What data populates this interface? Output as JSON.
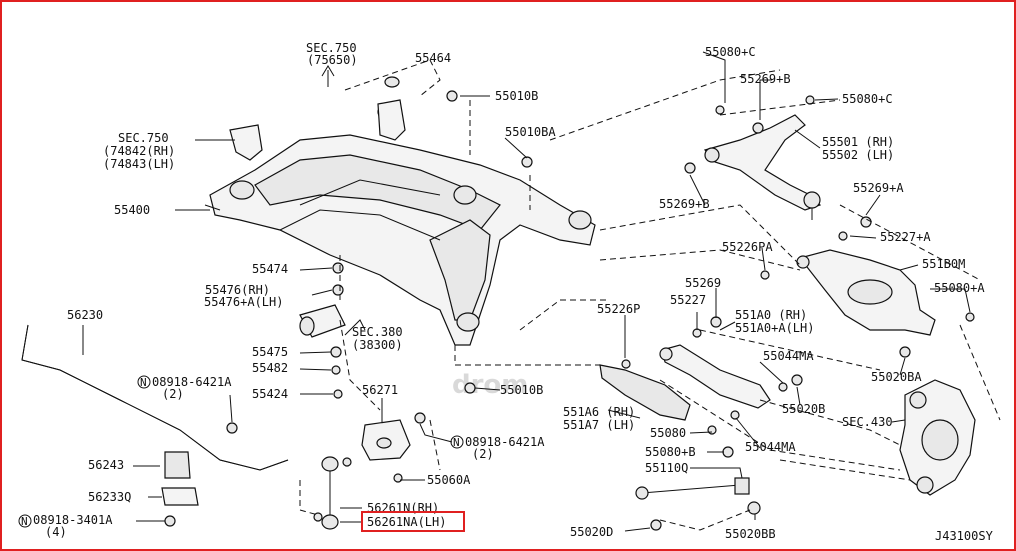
{
  "diagram": {
    "code": "J43100SY",
    "watermark": "drom",
    "highlight_color": "#e02020",
    "labels": [
      {
        "id": "sec750a",
        "text": "SEC.750"
      },
      {
        "id": "sec750a2",
        "text": "(75650)"
      },
      {
        "id": "p55464",
        "text": "55464"
      },
      {
        "id": "p55010b_1",
        "text": "55010B"
      },
      {
        "id": "p55010ba",
        "text": "55010BA"
      },
      {
        "id": "sec750b",
        "text": "SEC.750"
      },
      {
        "id": "sec750b2",
        "text": "(74842(RH)"
      },
      {
        "id": "sec750b3",
        "text": "(74843(LH)"
      },
      {
        "id": "p55400",
        "text": "55400"
      },
      {
        "id": "p55080c_1",
        "text": "55080+C"
      },
      {
        "id": "p55269b_1",
        "text": "55269+B"
      },
      {
        "id": "p55080c_2",
        "text": "55080+C"
      },
      {
        "id": "p55501",
        "text": "55501 (RH)"
      },
      {
        "id": "p55502",
        "text": "55502 (LH)"
      },
      {
        "id": "p55269b_2",
        "text": "55269+B"
      },
      {
        "id": "p55269a",
        "text": "55269+A"
      },
      {
        "id": "p55227a",
        "text": "55227+A"
      },
      {
        "id": "p55226pa",
        "text": "55226PA"
      },
      {
        "id": "p551b0m",
        "text": "551B0M"
      },
      {
        "id": "p55269",
        "text": "55269"
      },
      {
        "id": "p55080a",
        "text": "55080+A"
      },
      {
        "id": "p55474",
        "text": "55474"
      },
      {
        "id": "p55476rh",
        "text": "55476(RH)"
      },
      {
        "id": "p55476lh",
        "text": "55476+A(LH)"
      },
      {
        "id": "p56230",
        "text": "56230"
      },
      {
        "id": "sec380",
        "text": "SEC.380"
      },
      {
        "id": "sec380b",
        "text": "(38300)"
      },
      {
        "id": "p55226p",
        "text": "55226P"
      },
      {
        "id": "p55227",
        "text": "55227"
      },
      {
        "id": "p551a0rh",
        "text": "551A0 (RH)"
      },
      {
        "id": "p551a0lh",
        "text": "551A0+A(LH)"
      },
      {
        "id": "p55475",
        "text": "55475"
      },
      {
        "id": "p55482",
        "text": "55482"
      },
      {
        "id": "p55044ma_1",
        "text": "55044MA"
      },
      {
        "id": "n08918_a",
        "text": "08918-6421A"
      },
      {
        "id": "n08918_a2",
        "text": "(2)"
      },
      {
        "id": "p55010b_2",
        "text": "55010B"
      },
      {
        "id": "p55424",
        "text": "55424"
      },
      {
        "id": "p56271",
        "text": "56271"
      },
      {
        "id": "p551a6",
        "text": "551A6 (RH)"
      },
      {
        "id": "p551a7",
        "text": "551A7 (LH)"
      },
      {
        "id": "p55020ba",
        "text": "55020BA"
      },
      {
        "id": "p55020b",
        "text": "55020B"
      },
      {
        "id": "sec430",
        "text": "SEC.430"
      },
      {
        "id": "n08918_b",
        "text": "08918-6421A"
      },
      {
        "id": "n08918_b2",
        "text": "(2)"
      },
      {
        "id": "p55080",
        "text": "55080"
      },
      {
        "id": "p55044ma_2",
        "text": "55044MA"
      },
      {
        "id": "p56243",
        "text": "56243"
      },
      {
        "id": "p55080b",
        "text": "55080+B"
      },
      {
        "id": "p55110q",
        "text": "55110Q"
      },
      {
        "id": "p55060a",
        "text": "55060A"
      },
      {
        "id": "p56233q",
        "text": "56233Q"
      },
      {
        "id": "p56261n",
        "text": "56261N(RH)"
      },
      {
        "id": "p56261na",
        "text": "56261NA(LH)"
      },
      {
        "id": "n08918_3401",
        "text": "08918-3401A"
      },
      {
        "id": "n08918_3401b",
        "text": "(4)"
      },
      {
        "id": "p55020d",
        "text": "55020D"
      },
      {
        "id": "p55020bb",
        "text": "55020BB"
      }
    ]
  }
}
